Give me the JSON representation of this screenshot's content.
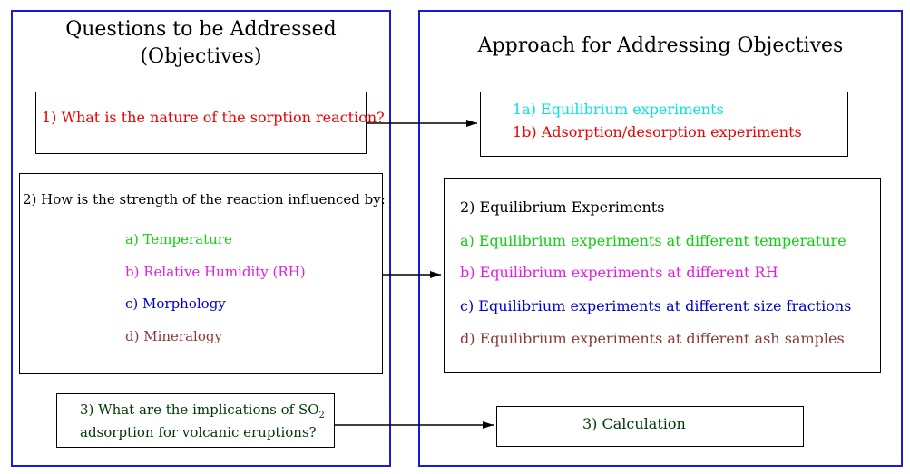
{
  "left_panel": {
    "title_line1": "Questions to be Addressed",
    "title_line2": "(Objectives)"
  },
  "right_panel": {
    "title": "Approach for Addressing Objectives"
  },
  "question1": "1) What is the nature of the sorption reaction?",
  "question2": {
    "heading": "2)  How is the strength of the reaction influenced by:",
    "items": [
      "a) Temperature",
      "b) Relative Humidity (RH)",
      "c) Morphology",
      "d) Mineralogy"
    ]
  },
  "question3": {
    "line1_prefix": "3) What are the implications of SO",
    "line1_subscript": "2",
    "line2": "adsorption for volcanic eruptions?"
  },
  "approach1": {
    "line1": "1a) Equilibrium experiments",
    "line2": "1b) Adsorption/desorption experiments"
  },
  "approach2": {
    "heading": "2) Equilibrium Experiments",
    "items": [
      "a) Equilibrium experiments at different temperature",
      "b) Equilibrium experiments at different RH",
      "c) Equilibrium experiments at different size fractions",
      "d) Equilibrium experiments at different ash samples"
    ]
  },
  "approach3": "3) Calculation",
  "colors": {
    "panel_border": "#1a1adf",
    "red": "#ee0000",
    "cyan": "#00e4e4",
    "green": "#10d010",
    "magenta": "#e020e0",
    "blue": "#0000cc",
    "brown": "#8a3a3a",
    "dark_green": "#003a00"
  }
}
